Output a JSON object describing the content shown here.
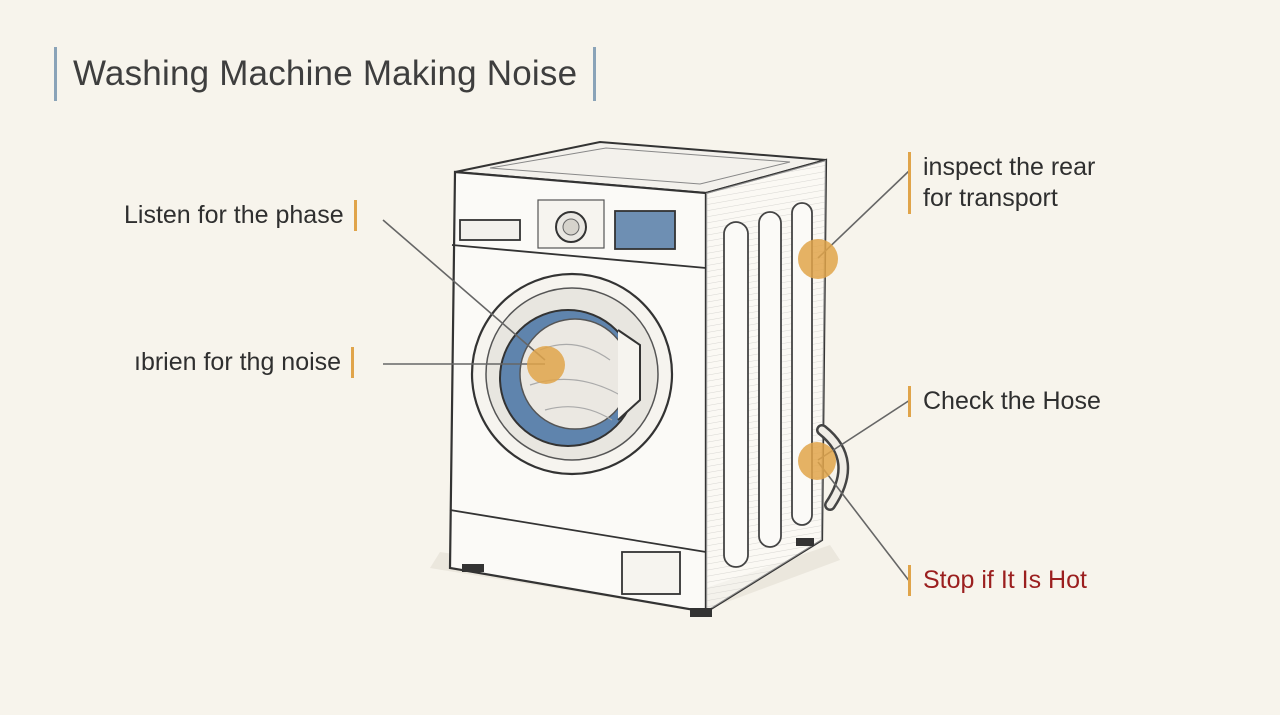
{
  "title": "Washing Machine Making Noise",
  "callouts": {
    "listen_phase": "Listen for the phase",
    "listen_noise": "ıbrien for thg noise",
    "inspect_rear": {
      "line1": "inspect the rear",
      "line2": "for transport"
    },
    "check_hose": "Check the Hose",
    "stop_hot": "Stop if It Is Hot"
  },
  "colors": {
    "marker": "#e0a44a",
    "title_bar": "#8aa3b8",
    "warning_text": "#9b1f1f",
    "drum_glass": "#5f84ad",
    "display": "#6e8fb3"
  }
}
